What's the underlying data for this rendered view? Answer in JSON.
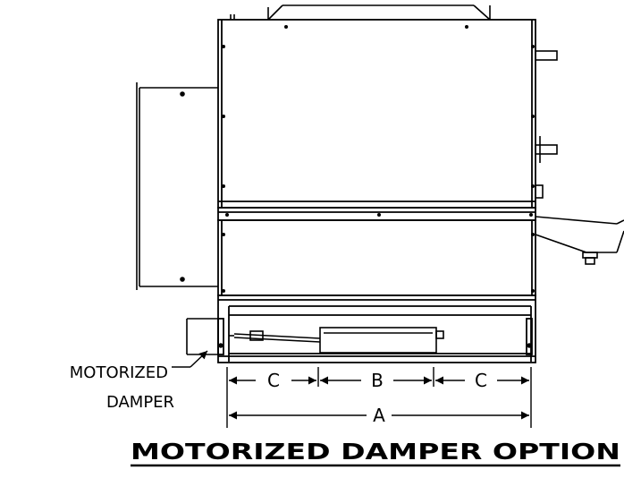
{
  "callout": {
    "line1": "MOTORIZED",
    "line2": "DAMPER"
  },
  "dimensions": {
    "a": "A",
    "b": "B",
    "c_left": "C",
    "c_right": "C"
  },
  "title": "MOTORIZED DAMPER OPTION"
}
